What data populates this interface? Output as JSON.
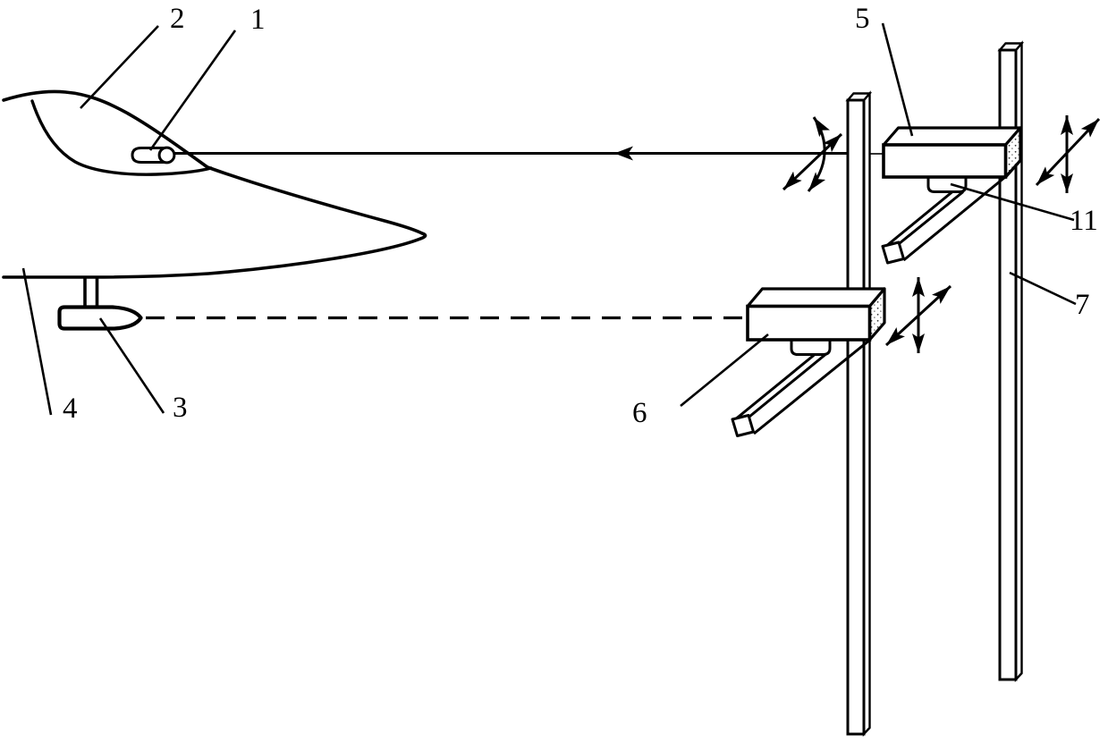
{
  "figure": {
    "type": "technical-line-drawing",
    "background_color": "#ffffff",
    "line_color": "#000000",
    "reference_labels": [
      {
        "text": "1"
      },
      {
        "text": "2"
      },
      {
        "text": "3"
      },
      {
        "text": "4"
      },
      {
        "text": "5"
      },
      {
        "text": "6"
      },
      {
        "text": "7"
      },
      {
        "text": "11"
      }
    ]
  }
}
